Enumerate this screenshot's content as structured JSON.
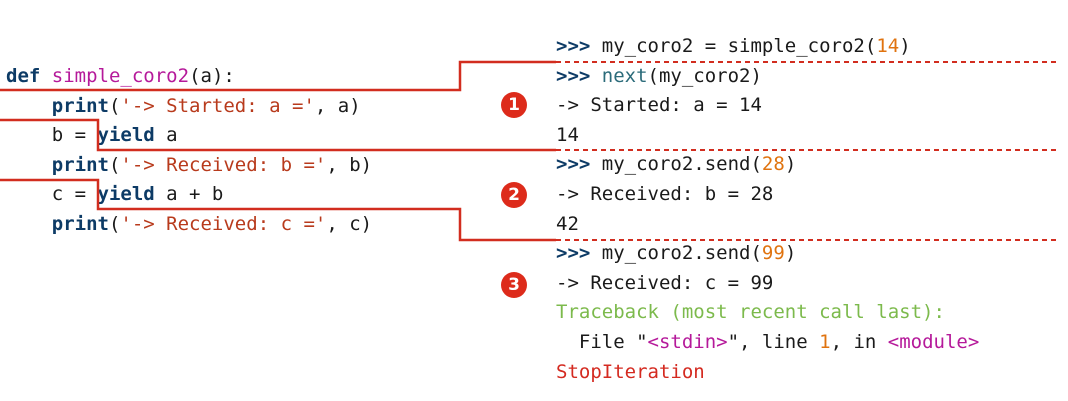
{
  "colors": {
    "keyword": "#0d3b66",
    "function_name": "#b5199a",
    "string": "#b83a1c",
    "text": "#1a1a1a",
    "number": "#e0730f",
    "prompt": "#0d3b66",
    "builtin": "#2b6b7a",
    "traceback": "#7cba4c",
    "error": "#d42a20",
    "connector": "#d22d1f",
    "separator": "#d22d1f",
    "badge": "#dd2b1b"
  },
  "source": {
    "lines": [
      {
        "name": "def-line",
        "segments": [
          {
            "t": "def",
            "c": "keyword",
            "b": true
          },
          {
            "t": " ",
            "c": "text"
          },
          {
            "t": "simple_coro2",
            "c": "function_name"
          },
          {
            "t": "(a):",
            "c": "text"
          }
        ]
      },
      {
        "name": "print-started-line",
        "segments": [
          {
            "t": "    ",
            "c": "text"
          },
          {
            "t": "print",
            "c": "keyword",
            "b": true
          },
          {
            "t": "(",
            "c": "text"
          },
          {
            "t": "'-> Started: a ='",
            "c": "string"
          },
          {
            "t": ", a)",
            "c": "text"
          }
        ]
      },
      {
        "name": "yield-a-line",
        "segments": [
          {
            "t": "    b = ",
            "c": "text"
          },
          {
            "t": "yield",
            "c": "keyword",
            "b": true
          },
          {
            "t": " a",
            "c": "text"
          }
        ]
      },
      {
        "name": "print-received-b-line",
        "segments": [
          {
            "t": "    ",
            "c": "text"
          },
          {
            "t": "print",
            "c": "keyword",
            "b": true
          },
          {
            "t": "(",
            "c": "text"
          },
          {
            "t": "'-> Received: b ='",
            "c": "string"
          },
          {
            "t": ", b)",
            "c": "text"
          }
        ]
      },
      {
        "name": "yield-a-plus-b-line",
        "segments": [
          {
            "t": "    c = ",
            "c": "text"
          },
          {
            "t": "yield",
            "c": "keyword",
            "b": true
          },
          {
            "t": " a + b",
            "c": "text"
          }
        ]
      },
      {
        "name": "print-received-c-line",
        "segments": [
          {
            "t": "    ",
            "c": "text"
          },
          {
            "t": "print",
            "c": "keyword",
            "b": true
          },
          {
            "t": "(",
            "c": "text"
          },
          {
            "t": "'-> Received: c ='",
            "c": "string"
          },
          {
            "t": ", c)",
            "c": "text"
          }
        ]
      }
    ]
  },
  "console": {
    "lines": [
      {
        "name": "console-create-coroutine",
        "segments": [
          {
            "t": ">>>",
            "c": "prompt",
            "b": true
          },
          {
            "t": " my_coro2 = simple_coro2(",
            "c": "text"
          },
          {
            "t": "14",
            "c": "number"
          },
          {
            "t": ")",
            "c": "text"
          }
        ]
      },
      {
        "name": "console-next-call",
        "segments": [
          {
            "t": ">>>",
            "c": "prompt",
            "b": true
          },
          {
            "t": " ",
            "c": "text"
          },
          {
            "t": "next",
            "c": "builtin"
          },
          {
            "t": "(my_coro2)",
            "c": "text"
          }
        ]
      },
      {
        "name": "console-output-started",
        "segments": [
          {
            "t": "-> Started: a = 14",
            "c": "text"
          }
        ]
      },
      {
        "name": "console-output-14",
        "segments": [
          {
            "t": "14",
            "c": "text"
          }
        ]
      },
      {
        "name": "console-send-28",
        "segments": [
          {
            "t": ">>>",
            "c": "prompt",
            "b": true
          },
          {
            "t": " my_coro2.send(",
            "c": "text"
          },
          {
            "t": "28",
            "c": "number"
          },
          {
            "t": ")",
            "c": "text"
          }
        ]
      },
      {
        "name": "console-output-received-b",
        "segments": [
          {
            "t": "-> Received: b = 28",
            "c": "text"
          }
        ]
      },
      {
        "name": "console-output-42",
        "segments": [
          {
            "t": "42",
            "c": "text"
          }
        ]
      },
      {
        "name": "console-send-99",
        "segments": [
          {
            "t": ">>>",
            "c": "prompt",
            "b": true
          },
          {
            "t": " my_coro2.send(",
            "c": "text"
          },
          {
            "t": "99",
            "c": "number"
          },
          {
            "t": ")",
            "c": "text"
          }
        ]
      },
      {
        "name": "console-output-received-c",
        "segments": [
          {
            "t": "-> Received: c = 99",
            "c": "text"
          }
        ]
      },
      {
        "name": "console-traceback-header",
        "segments": [
          {
            "t": "Traceback (most recent call last):",
            "c": "traceback"
          }
        ]
      },
      {
        "name": "console-traceback-file",
        "segments": [
          {
            "t": "  File \"",
            "c": "text"
          },
          {
            "t": "<stdin>",
            "c": "function_name"
          },
          {
            "t": "\", line ",
            "c": "text"
          },
          {
            "t": "1",
            "c": "number"
          },
          {
            "t": ", in ",
            "c": "text"
          },
          {
            "t": "<module>",
            "c": "function_name"
          }
        ]
      },
      {
        "name": "console-stop-iteration",
        "segments": [
          {
            "t": "StopIteration",
            "c": "error"
          }
        ]
      }
    ]
  },
  "badges": [
    "1",
    "2",
    "3"
  ]
}
